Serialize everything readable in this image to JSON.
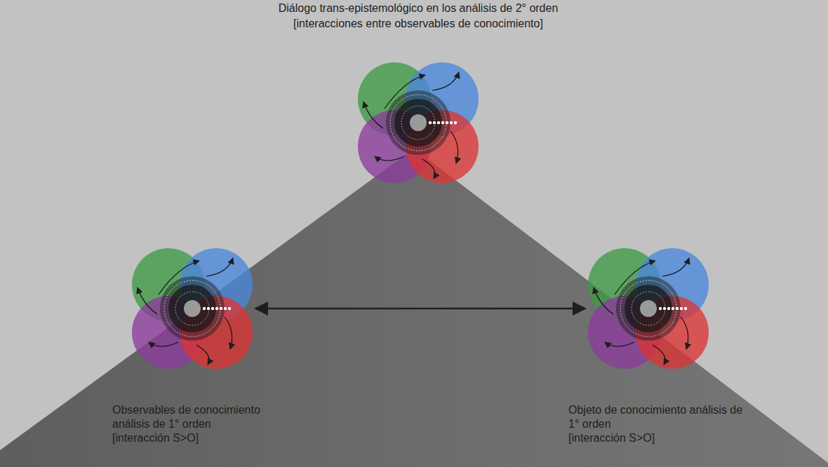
{
  "diagram": {
    "nodes": [
      {
        "text": [
          "Diálogo trans-epistemológico en los análisis de 2° orden",
          "[interacciones entre observables de conocimiento]"
        ]
      },
      {
        "text": [
          "Observables de conocimiento análisis de 1° orden",
          "[interacción S>O]"
        ]
      },
      {
        "text": [
          "Objeto de conocimiento análisis de 1° orden",
          "[interacción S>O]"
        ]
      }
    ],
    "edges": [
      {
        "from": 1,
        "to": 2,
        "arrow": "both"
      }
    ]
  }
}
